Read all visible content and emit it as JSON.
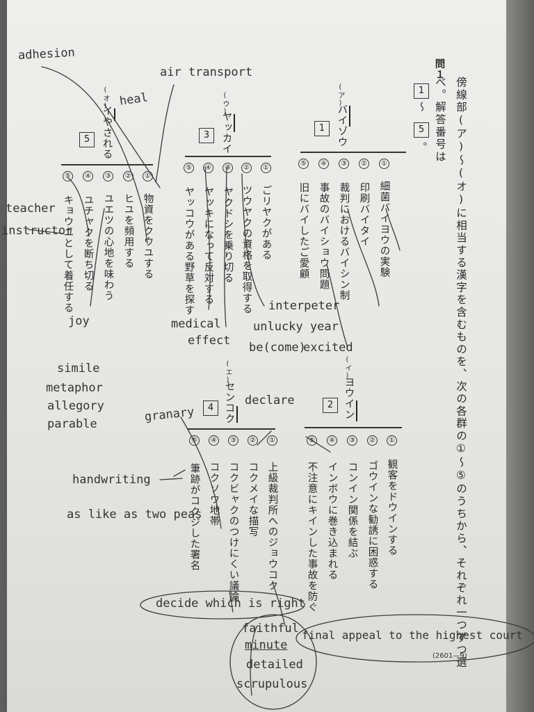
{
  "question": {
    "label": "問１",
    "instruction_a": "傍線部(ア)〜(オ)に相当する漢字を含むものを、次の各群の①〜⑤のうちから、それぞれ一つずつ選べ。解答番号は",
    "box_start": "1",
    "range_sep": "〜",
    "box_end": "5",
    "period": "。",
    "code": "(2601—9)"
  },
  "groups": [
    {
      "id": "a",
      "marker": "(ア)",
      "word": "バイゾウ",
      "answer_box": "1",
      "options": [
        {
          "num": "①",
          "text": "細菌バイヨウの実験"
        },
        {
          "num": "②",
          "text": "印刷バイタイ"
        },
        {
          "num": "③",
          "text": "裁判におけるバイシン制"
        },
        {
          "num": "④",
          "text": "事故のバイショウ問題"
        },
        {
          "num": "⑤",
          "text": "旧にバイしたご愛顧"
        }
      ]
    },
    {
      "id": "i",
      "marker": "(イ)",
      "word": "ヨウイン",
      "answer_box": "2",
      "options": [
        {
          "num": "①",
          "text": "観客をドウインする"
        },
        {
          "num": "②",
          "text": "ゴウインな勧誘に困惑する"
        },
        {
          "num": "③",
          "text": "コンイン関係を結ぶ"
        },
        {
          "num": "④",
          "text": "インボウに巻き込まれる"
        },
        {
          "num": "⑤",
          "text": "不注意にキインした事故を防ぐ"
        }
      ]
    },
    {
      "id": "u",
      "marker": "(ウ)",
      "word": "ヤッカイ",
      "answer_box": "3",
      "options": [
        {
          "num": "①",
          "text": "ごリヤクがある"
        },
        {
          "num": "②",
          "text": "ツウヤクの資格を取得する"
        },
        {
          "num": "③",
          "text": "ヤクドシを乗り切る"
        },
        {
          "num": "④",
          "text": "ヤッキになって反対する"
        },
        {
          "num": "⑤",
          "text": "ヤッコウがある野草を探す"
        }
      ]
    },
    {
      "id": "e",
      "marker": "(エ)",
      "word": "センコク",
      "answer_box": "4",
      "options": [
        {
          "num": "①",
          "text": "上級裁判所へのジョウコク"
        },
        {
          "num": "②",
          "text": "コクメイな描写"
        },
        {
          "num": "③",
          "text": "コクビャクのつけにくい議論"
        },
        {
          "num": "④",
          "text": "コクソウ地帯"
        },
        {
          "num": "⑤",
          "text": "筆跡がコクジした署名"
        }
      ]
    },
    {
      "id": "o",
      "marker": "(オ)",
      "word": "イやされる",
      "answer_box": "5",
      "options": [
        {
          "num": "①",
          "text": "物資をクウユする"
        },
        {
          "num": "②",
          "text": "ヒユを頻用する"
        },
        {
          "num": "③",
          "text": "ユエツの心地を味わう"
        },
        {
          "num": "④",
          "text": "ユチャクを断ち切る"
        },
        {
          "num": "⑤",
          "text": "キョウユとして着任する"
        }
      ]
    }
  ],
  "annotations": {
    "adhesion": "adhesion",
    "air_transport": "air transport",
    "heal": "heal",
    "teacher": "teacher",
    "instructor": "instructor",
    "joy": "joy",
    "interpreter": "interpeter",
    "unlucky_year": "unlucky year",
    "medical": "medical",
    "effect": "effect",
    "become": "be(come)",
    "excited": "excited",
    "simile": "simile",
    "metaphor": "metaphor",
    "allegory": "allegory",
    "parable": "parable",
    "declare": "declare",
    "granary": "granary",
    "handwriting": "handwriting",
    "as_like": "as like as two peas",
    "decide": "decide which is right",
    "faithful": "faithful",
    "minute": "minute",
    "detailed": "detailed",
    "scrupulous": "scrupulous",
    "final_appeal": "final appeal to the highest court"
  }
}
